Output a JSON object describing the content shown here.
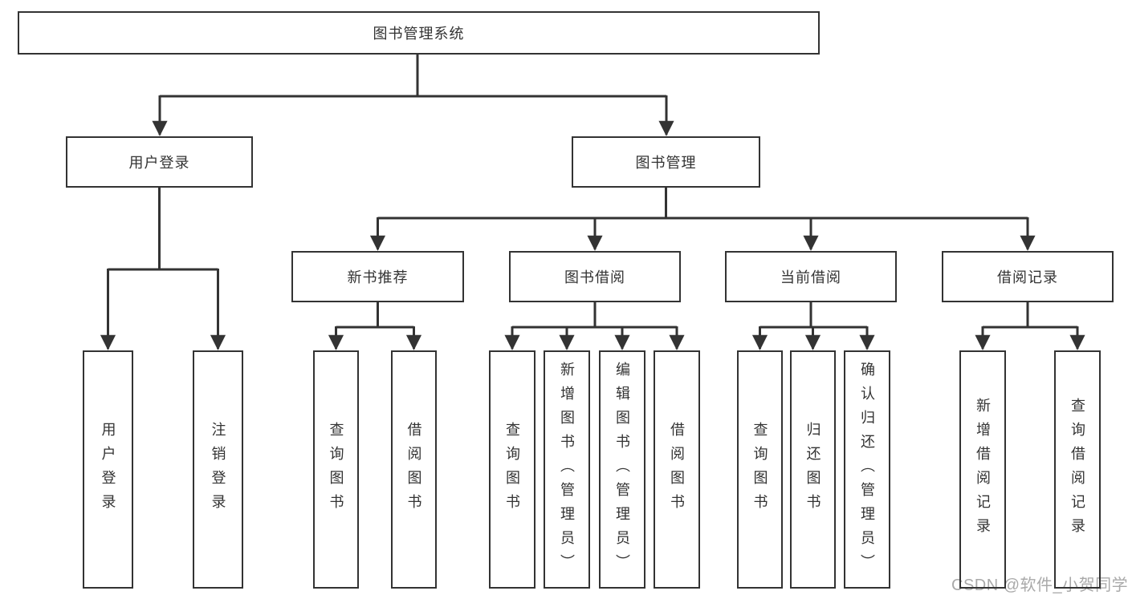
{
  "tree": {
    "label": "图书管理系统",
    "children": [
      {
        "label": "用户登录",
        "children": [
          {
            "label": "用户登录"
          },
          {
            "label": "注销登录"
          }
        ]
      },
      {
        "label": "图书管理",
        "children": [
          {
            "label": "新书推荐",
            "children": [
              {
                "label": "查询图书"
              },
              {
                "label": "借阅图书"
              }
            ]
          },
          {
            "label": "图书借阅",
            "children": [
              {
                "label": "查询图书"
              },
              {
                "label": "新增图书（管理员）"
              },
              {
                "label": "编辑图书（管理员）"
              },
              {
                "label": "借阅图书"
              }
            ]
          },
          {
            "label": "当前借阅",
            "children": [
              {
                "label": "查询图书"
              },
              {
                "label": "归还图书"
              },
              {
                "label": "确认归还（管理员）"
              }
            ]
          },
          {
            "label": "借阅记录",
            "children": [
              {
                "label": "新增借阅记录"
              },
              {
                "label": "查询借阅记录"
              }
            ]
          }
        ]
      }
    ]
  },
  "watermark": {
    "text": "CSDN @软件_小贺同学"
  },
  "colors": {
    "line": "#333333",
    "box_border": "#333333",
    "text": "#333333",
    "background": "#ffffff",
    "watermark": "#a9a9a9"
  }
}
